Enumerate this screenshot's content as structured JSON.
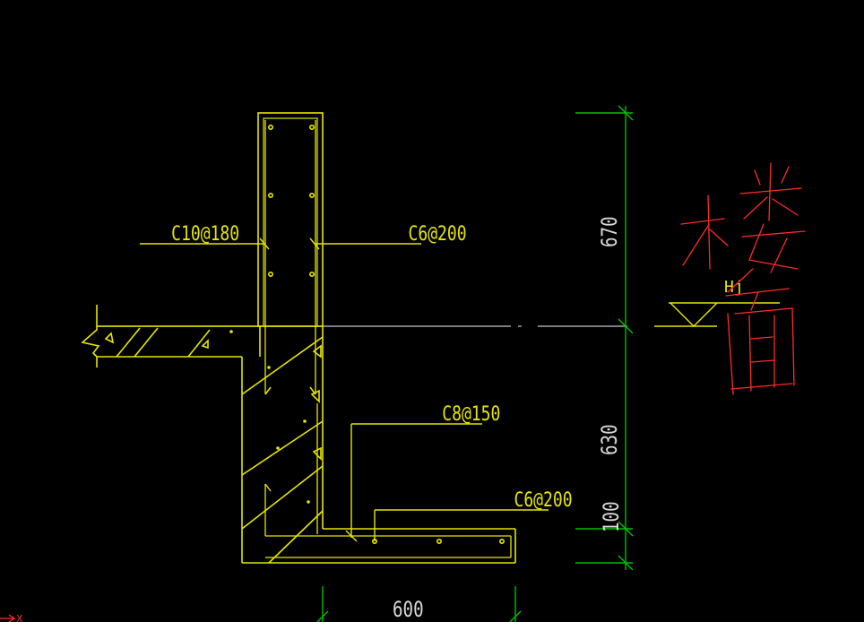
{
  "drawing": {
    "rebar_labels": {
      "wall_outer": "C10@180",
      "wall_inner": "C6@200",
      "base_top": "C8@150",
      "base_bottom": "C6@200"
    },
    "dimensions": {
      "upper_height": "670",
      "lower_height": "630",
      "base_thickness": "100",
      "base_width": "600"
    },
    "level_symbol_label": "Hj",
    "annotation_strokes": "handwritten red mark (楼面)",
    "ucs_axis_label": "X",
    "colors": {
      "background": "#000000",
      "geometry": "#e6e600",
      "dimension": "#00c000",
      "dimension_text": "#d9d9d9",
      "baseline": "#c8c8c8",
      "markup": "#ff2a2a"
    }
  }
}
